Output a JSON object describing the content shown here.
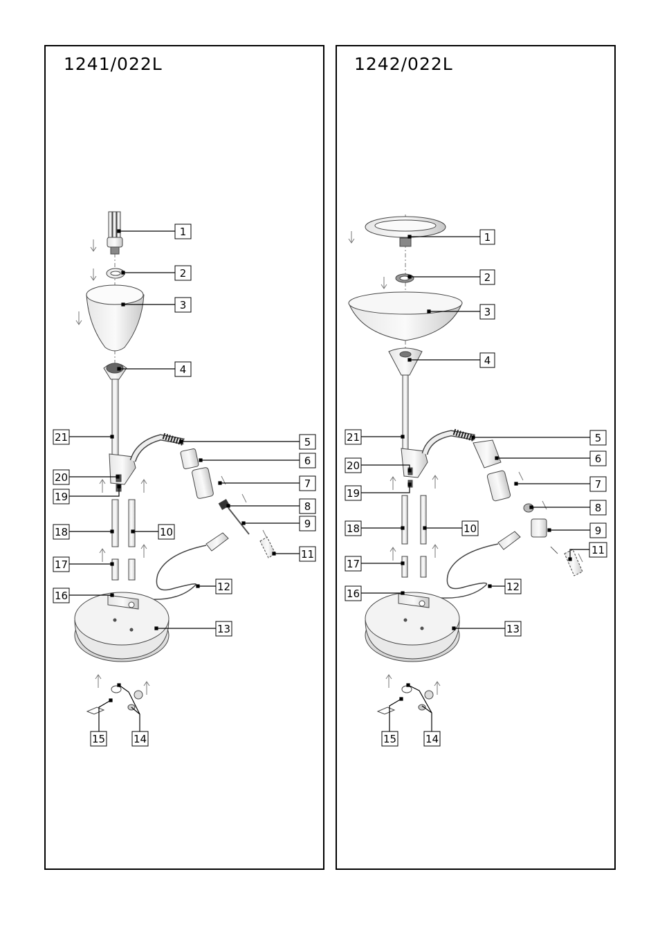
{
  "panels": [
    {
      "title": "1241/022L"
    },
    {
      "title": "1242/022L"
    }
  ],
  "part_numbers": [
    "1",
    "2",
    "3",
    "4",
    "5",
    "6",
    "7",
    "8",
    "9",
    "10",
    "11",
    "12",
    "13",
    "14",
    "15",
    "16",
    "17",
    "18",
    "19",
    "20",
    "21"
  ]
}
